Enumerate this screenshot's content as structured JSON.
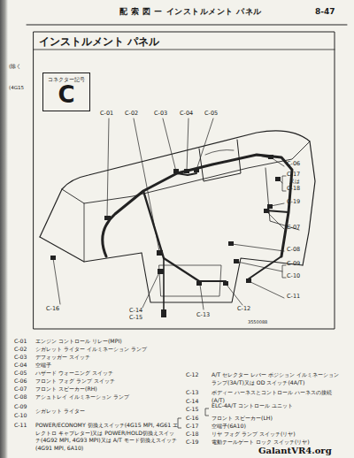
{
  "diagram": {
    "title": "インストルメント パネル",
    "nodes": [
      {
        "text": [
          "コネクター記号",
          "C"
        ]
      }
    ],
    "labels": [
      "配 索 図 ー インストルメント パネル",
      "8-47",
      "C-01",
      "C-02",
      "C-03",
      "C-04",
      "C-05",
      "C-06",
      "C-17",
      "又は",
      "C-18",
      "C-19",
      "C-07",
      "C-08",
      "C-09",
      "C-10",
      "C-11",
      "C-16",
      "C-14",
      "C-15",
      "C-13",
      "C-12",
      "3550088",
      "C-01",
      "エンジン コントロール リレー(MPI)",
      "C-02",
      "シガレット ライター イルミネーション ランプ",
      "C-03",
      "デフォッガー スイッチ",
      "C-04",
      "空端子",
      "C-05",
      "ハザード ウォーニング スイッチ",
      "C-06",
      "フロント フォグ ランプ スイッチ",
      "C-07",
      "フロント スピーカー(RH)",
      "C-08",
      "アシュトレイ イルミネーション ランプ",
      "C-09",
      "C-10",
      "シガレット ライター",
      "C-11",
      "POWER/ECONOMY 切換えスイッチ(4G15 MPI, 4G61 エレクトロ キャブレター)又は POWER/HOLD切換えスイッチ(4G92 MPI, 4G93 MPI)又は A/T モード切換えスイッチ(4G91 MPI, 6A10)",
      "C-12",
      "A/T セレクター レバー ポジション イルミネーション ランプ(3A/T)又は OD スイッチ(4A/T)",
      "C-13",
      "ボディー ハーネスとコントロール ハーネスの接続(A/T)",
      "C-14",
      "C-15",
      "ELC-4A/T コントロール ユニット",
      "C-16",
      "フロント スピーカー(LH)",
      "C-17",
      "空端子(6A10)",
      "C-18",
      "リヤ フォグ ランプ スイッチ(リヤ)",
      "C-19",
      "電動テールゲート ロック スイッチ(リヤ)",
      "GalantVR4.org",
      "(除く",
      "(4G15"
    ]
  }
}
